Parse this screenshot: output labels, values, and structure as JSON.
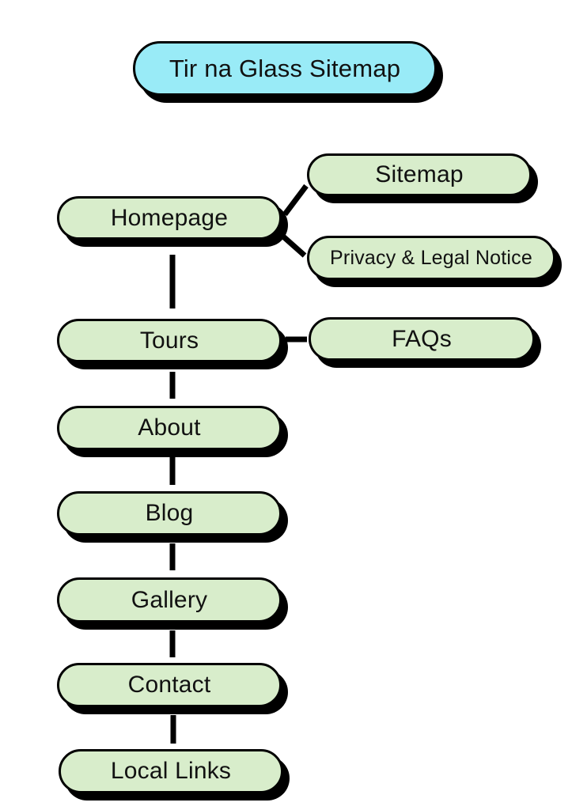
{
  "title": "Tir na Glass Sitemap",
  "nodes": {
    "homepage": "Homepage",
    "sitemap": "Sitemap",
    "privacy": "Privacy & Legal Notice",
    "tours": "Tours",
    "faqs": "FAQs",
    "about": "About",
    "blog": "Blog",
    "gallery": "Gallery",
    "contact": "Contact",
    "local_links": "Local Links"
  },
  "edges": [
    {
      "from": "homepage",
      "to": "sitemap"
    },
    {
      "from": "homepage",
      "to": "privacy"
    },
    {
      "from": "homepage",
      "to": "tours"
    },
    {
      "from": "tours",
      "to": "faqs"
    },
    {
      "from": "tours",
      "to": "about"
    },
    {
      "from": "about",
      "to": "blog"
    },
    {
      "from": "blog",
      "to": "gallery"
    },
    {
      "from": "gallery",
      "to": "contact"
    },
    {
      "from": "contact",
      "to": "local_links"
    }
  ],
  "colors": {
    "background": "#FFFFFF",
    "title_fill": "#99EBF7",
    "node_fill": "#D8EDCB",
    "outline": "#000000",
    "connector": "#000000"
  }
}
